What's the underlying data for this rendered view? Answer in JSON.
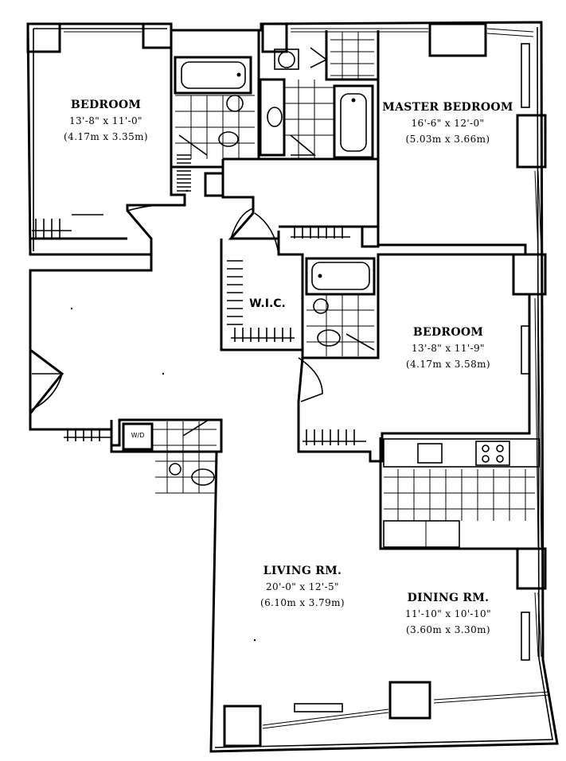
{
  "rooms": {
    "bedroom1": {
      "name": "BEDROOM",
      "dim_imperial": "13'-8\" x 11'-0\"",
      "dim_metric": "(4.17m x 3.35m)"
    },
    "master": {
      "name": "MASTER BEDROOM",
      "dim_imperial": "16'-6\" x 12'-0\"",
      "dim_metric": "(5.03m x 3.66m)"
    },
    "wic": {
      "name": "W.I.C."
    },
    "bedroom2": {
      "name": "BEDROOM",
      "dim_imperial": "13'-8\" x 11'-9\"",
      "dim_metric": "(4.17m x 3.58m)"
    },
    "living": {
      "name": "LIVING RM.",
      "dim_imperial": "20'-0\" x 12'-5\"",
      "dim_metric": "(6.10m x 3.79m)"
    },
    "dining": {
      "name": "DINING RM.",
      "dim_imperial": "11'-10\" x 10'-10\"",
      "dim_metric": "(3.60m x 3.30m)"
    }
  },
  "fixtures": {
    "washer_dryer": "W/D"
  },
  "colors": {
    "ink": "#000000",
    "paper": "#ffffff"
  }
}
